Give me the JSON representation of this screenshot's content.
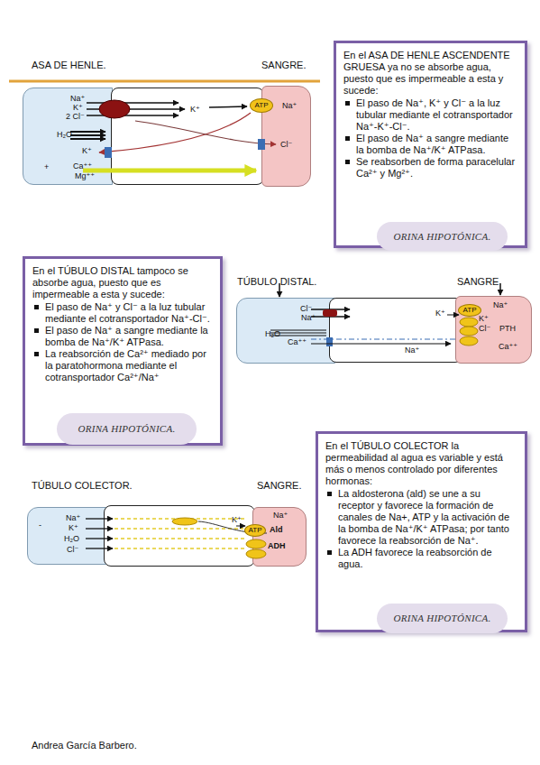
{
  "diagram": {
    "nodes": [
      {
        "text": [
          "En el ASA DE HENLE ASCENDENTE GRUESA ya no se absorbe agua, puesto que es impermeable a esta y sucede:",
          "El paso de Na⁺, K⁺ y Cl⁻ a la luz tubular mediante el cotransportador Na⁺-K⁺-Cl⁻.",
          "El paso de Na⁺ a sangre mediante la bomba de Na⁺/K⁺ ATPasa.",
          "Se reabsorben de forma paracelular Ca²⁺ y Mg²⁺."
        ]
      },
      {
        "text": [
          "ORINA HIPOTÓNICA."
        ],
        "in": 0
      },
      {
        "text": [
          "Na⁺",
          "K⁺",
          "2 Cl⁻",
          "H₂O",
          "K⁺",
          "+",
          "Ca⁺⁺",
          "Mg⁺⁺"
        ]
      },
      {
        "text": [
          "K⁺"
        ]
      },
      {
        "text": [
          "Na⁺",
          "Cl⁻"
        ]
      },
      {
        "text": [
          "ATP"
        ]
      },
      {
        "text": [
          "En el TÚBULO DISTAL tampoco se absorbe agua, puesto que es impermeable a esta y sucede:",
          "El paso de Na⁺ y Cl⁻ a la luz tubular mediante el cotransportador Na⁺-Cl⁻.",
          "El paso de Na⁺ a sangre mediante la bomba de Na⁺/K⁺ ATPasa.",
          "La reabsorción de Ca²⁺ mediado por la paratohormona mediante el cotransportador Ca²⁺/Na⁺"
        ]
      },
      {
        "text": [
          "ORINA HIPOTÓNICA."
        ],
        "in": 6
      },
      {
        "text": [
          "Cl⁻",
          "Na⁺",
          "H₂O",
          "Ca⁺⁺"
        ]
      },
      {
        "text": [
          "K⁺",
          "Na⁺"
        ]
      },
      {
        "text": [
          "Na⁺",
          "K⁺",
          "Cl⁻",
          "PTH",
          "Ca⁺⁺"
        ]
      },
      {
        "text": [
          "ATP"
        ],
        "in": 10
      },
      {
        "text": [
          "En el TÚBULO COLECTOR la permeabilidad al agua es variable y está más o menos controlado por diferentes hormonas:",
          "La aldosterona (ald) se une a su receptor y favorece la formación de canales de Na+, ATP y la activación de la bomba de Na⁺/K⁺ ATPasa; por tanto favorece la reabsorción de Na⁺.",
          "La ADH favorece la reabsorción de agua."
        ]
      },
      {
        "text": [
          "ORINA HIPOTÓNICA."
        ],
        "in": 12
      },
      {
        "text": [
          "-",
          "Na⁺",
          "K⁺",
          "H₂O",
          "Cl⁻"
        ]
      },
      {
        "text": [
          "K⁺"
        ]
      },
      {
        "text": [
          "Na⁺",
          "Ald",
          "ADH"
        ]
      },
      {
        "text": [
          "ATP"
        ]
      }
    ],
    "labels": [
      "ASA DE HENLE.",
      "SANGRE.",
      "TÚBULO DISTAL.",
      "SANGRE",
      "TÚBULO COLECTOR.",
      "SANGRE.",
      "Andrea García Barbero."
    ]
  }
}
